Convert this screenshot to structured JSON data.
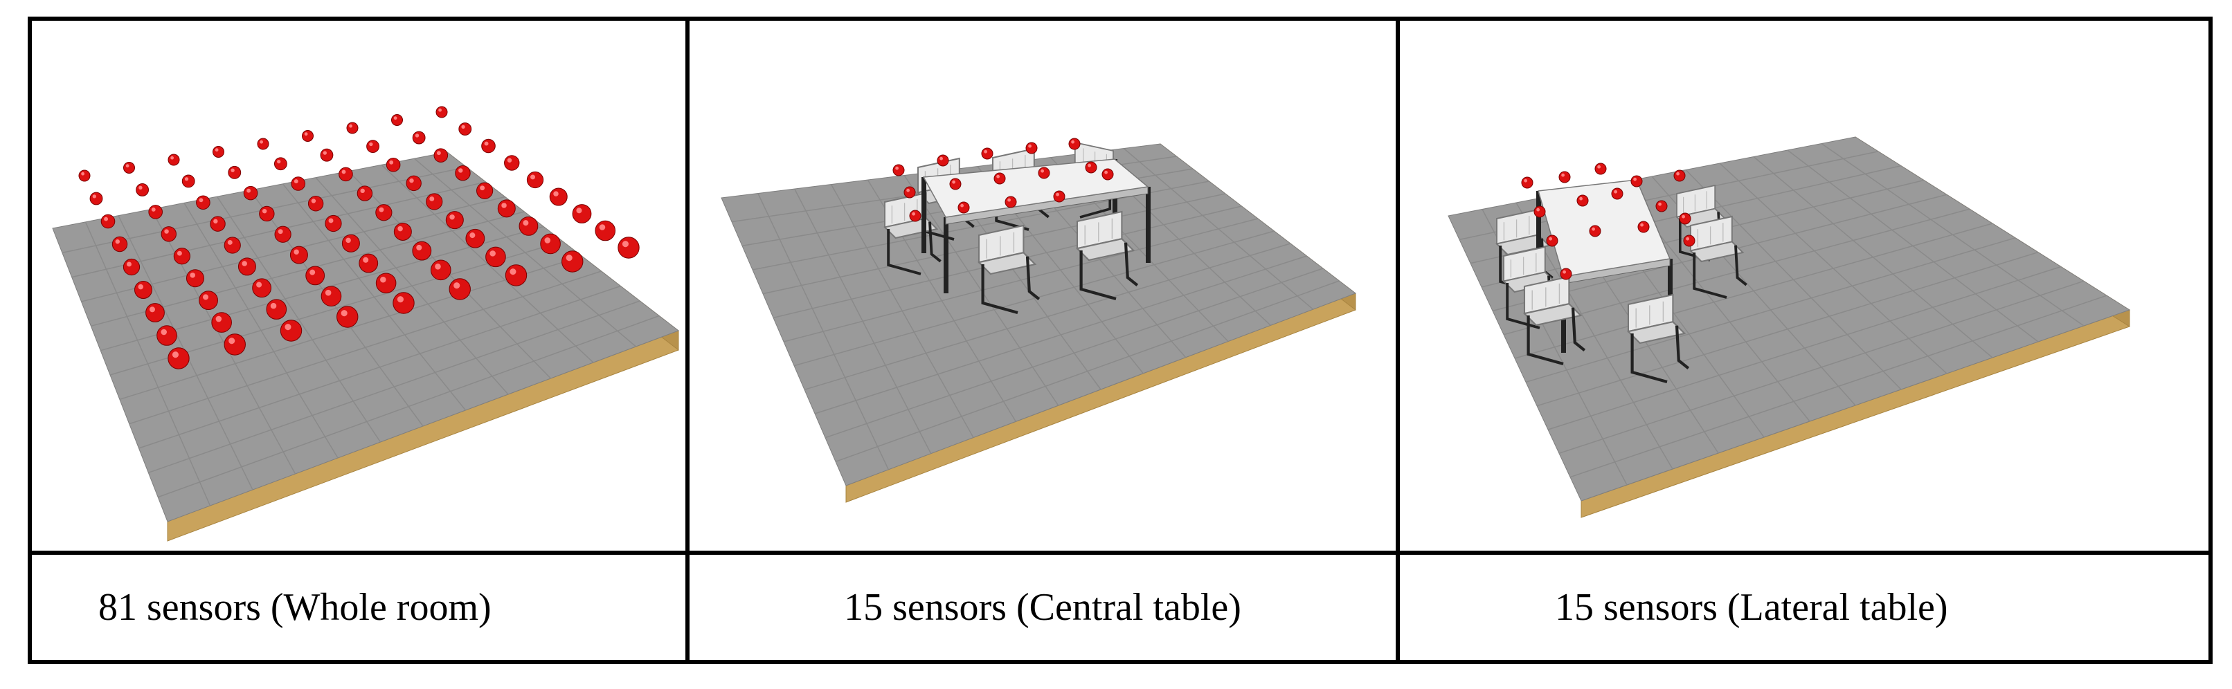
{
  "panels": [
    {
      "caption": "81 sensors (Whole room)",
      "scene": "whole-room"
    },
    {
      "caption": "15 sensors (Central table)",
      "scene": "central-table"
    },
    {
      "caption": "15 sensors (Lateral table)",
      "scene": "lateral-table"
    }
  ],
  "colors": {
    "floor": "#9a9a9a",
    "floor_grid": "#8a8a8a",
    "floor_edge": "#c9a35c",
    "sensor": "#dd1111",
    "furniture": "#e9e9e9",
    "frame": "#000000"
  }
}
